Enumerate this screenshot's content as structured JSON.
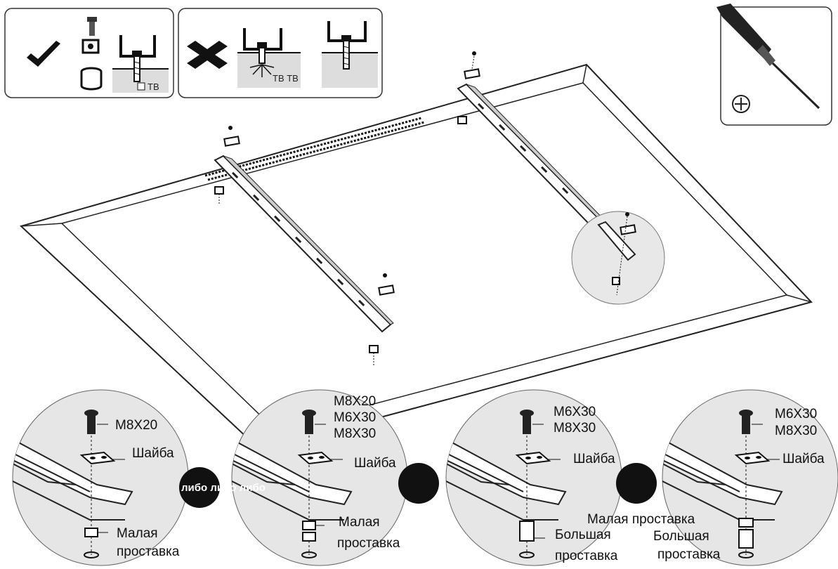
{
  "top_panels": {
    "correct_tv_label": "ТВ",
    "wrong_tv_labels": "ТВ ТВ"
  },
  "details": [
    {
      "screw_labels": [
        "M8X20"
      ],
      "washer_label": "Шайба",
      "spacer_lines": [
        "Малая",
        "проставка"
      ]
    },
    {
      "screw_labels": [
        "M8X20",
        "M6X30",
        "M8X30"
      ],
      "washer_label": "Шайба",
      "spacer_lines": [
        "Малая",
        "проставка"
      ]
    },
    {
      "screw_labels": [
        "M6X30",
        "M8X30"
      ],
      "washer_label": "Шайба",
      "spacer_lines": [
        "Большая",
        "проставка"
      ]
    },
    {
      "screw_labels": [
        "M6X30",
        "M8X30"
      ],
      "washer_label": "Шайба",
      "spacer_lines": [
        "Малая проставка",
        "Большая",
        "проставка"
      ]
    }
  ],
  "either_label": "либо либо либо",
  "icons": [
    "checkmark-icon",
    "cross-icon",
    "screwdriver-icon",
    "phillips-head-icon"
  ]
}
